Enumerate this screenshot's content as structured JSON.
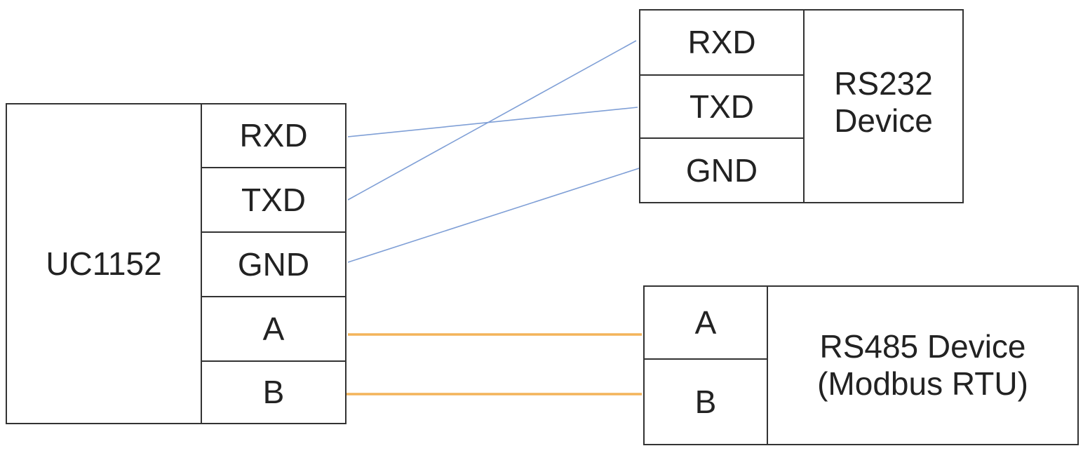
{
  "uc1152": {
    "title": "UC1152",
    "pins": [
      "RXD",
      "TXD",
      "GND",
      "A",
      "B"
    ]
  },
  "rs232_device": {
    "title_line1": "RS232",
    "title_line2": "Device",
    "pins": [
      "RXD",
      "TXD",
      "GND"
    ]
  },
  "rs485_device": {
    "title_line1": "RS485 Device",
    "title_line2": "(Modbus RTU)",
    "pins": [
      "A",
      "B"
    ]
  },
  "wire_colors": {
    "rs232": "#7f9fd6",
    "rs485": "#f3b45a"
  },
  "connections": [
    {
      "from": "UC1152.RXD",
      "to": "RS232.TXD",
      "type": "rs232"
    },
    {
      "from": "UC1152.TXD",
      "to": "RS232.RXD",
      "type": "rs232"
    },
    {
      "from": "UC1152.GND",
      "to": "RS232.GND",
      "type": "rs232"
    },
    {
      "from": "UC1152.A",
      "to": "RS485.A",
      "type": "rs485"
    },
    {
      "from": "UC1152.B",
      "to": "RS485.B",
      "type": "rs485"
    }
  ]
}
